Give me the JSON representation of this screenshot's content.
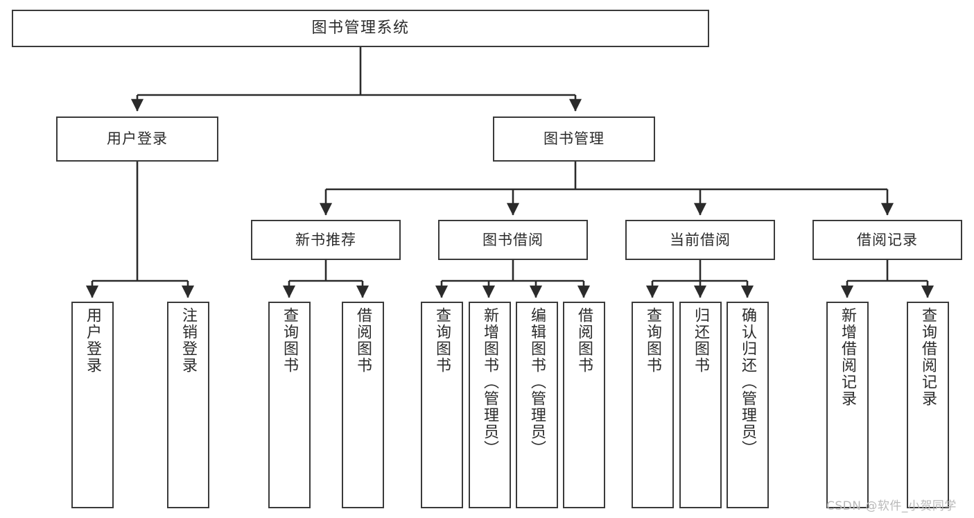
{
  "diagram": {
    "type": "tree-hierarchy-chart",
    "title": "图书管理系统",
    "watermark": "CSDN @软件_小贺同学",
    "colors": {
      "box_border": "#3a3a3a",
      "box_fill": "#ffffff",
      "connector": "#2b2b2b",
      "text": "#2b2b2b",
      "watermark": "#b9b9b9",
      "background": "#ffffff"
    },
    "levels": {
      "level1": [
        {
          "id": "root",
          "label": "图书管理系统",
          "orientation": "horizontal"
        }
      ],
      "level2": [
        {
          "id": "user-login",
          "label": "用户登录",
          "orientation": "horizontal"
        },
        {
          "id": "book-management",
          "label": "图书管理",
          "orientation": "horizontal"
        }
      ],
      "level3": [
        {
          "id": "new-book-recommend",
          "label": "新书推荐",
          "orientation": "horizontal",
          "parent": "book-management"
        },
        {
          "id": "book-borrow",
          "label": "图书借阅",
          "orientation": "horizontal",
          "parent": "book-management"
        },
        {
          "id": "current-borrow",
          "label": "当前借阅",
          "orientation": "horizontal",
          "parent": "book-management"
        },
        {
          "id": "borrow-record",
          "label": "借阅记录",
          "orientation": "horizontal",
          "parent": "book-management"
        }
      ],
      "leaves": [
        {
          "id": "leaf-user-login",
          "label": "用户登录",
          "orientation": "vertical",
          "parent": "user-login"
        },
        {
          "id": "leaf-user-logout",
          "label": "注销登录",
          "orientation": "vertical",
          "parent": "user-login"
        },
        {
          "id": "leaf-query-book-1",
          "label": "查询图书",
          "orientation": "vertical",
          "parent": "new-book-recommend"
        },
        {
          "id": "leaf-borrow-book-1",
          "label": "借阅图书",
          "orientation": "vertical",
          "parent": "new-book-recommend"
        },
        {
          "id": "leaf-query-book-2",
          "label": "查询图书",
          "orientation": "vertical",
          "parent": "book-borrow"
        },
        {
          "id": "leaf-add-book",
          "label": "新增图书（管理员）",
          "orientation": "vertical",
          "parent": "book-borrow"
        },
        {
          "id": "leaf-edit-book",
          "label": "编辑图书（管理员）",
          "orientation": "vertical",
          "parent": "book-borrow"
        },
        {
          "id": "leaf-borrow-book-2",
          "label": "借阅图书",
          "orientation": "vertical",
          "parent": "book-borrow"
        },
        {
          "id": "leaf-query-book-3",
          "label": "查询图书",
          "orientation": "vertical",
          "parent": "current-borrow"
        },
        {
          "id": "leaf-return-book",
          "label": "归还图书",
          "orientation": "vertical",
          "parent": "current-borrow"
        },
        {
          "id": "leaf-confirm-return",
          "label": "确认归还（管理员）",
          "orientation": "vertical",
          "parent": "current-borrow"
        },
        {
          "id": "leaf-add-record",
          "label": "新增借阅记录",
          "orientation": "vertical",
          "parent": "borrow-record"
        },
        {
          "id": "leaf-query-record",
          "label": "查询借阅记录",
          "orientation": "vertical",
          "parent": "borrow-record"
        }
      ]
    }
  }
}
